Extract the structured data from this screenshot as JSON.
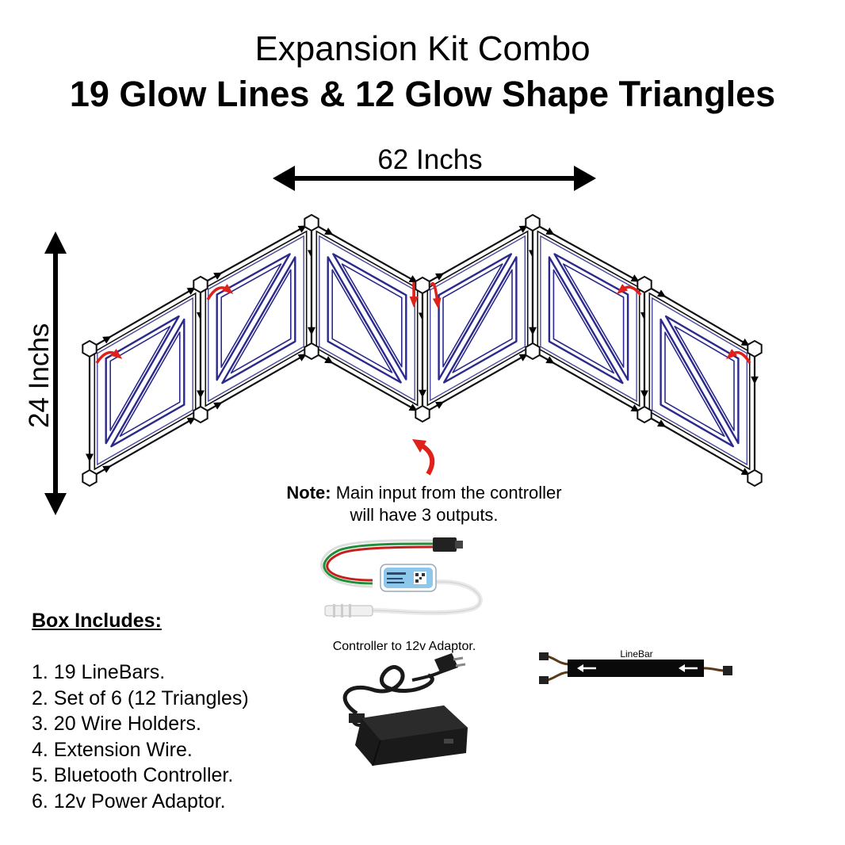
{
  "title": {
    "line1": "Expansion Kit Combo",
    "line2": "19 Glow Lines & 12 Glow Shape Triangles"
  },
  "dimensions": {
    "width_label": "62 Inchs",
    "height_label": "24 Inchs"
  },
  "note": {
    "label": "Note:",
    "text_line1": " Main input from the controller",
    "text_line2": "will have 3 outputs."
  },
  "box": {
    "title": "Box Includes:",
    "items": [
      "1. 19 LineBars.",
      "2. Set of 6 (12 Triangles)",
      "3. 20 Wire Holders.",
      "4. Extension Wire.",
      "5. Bluetooth Controller.",
      "6. 12v Power Adaptor."
    ]
  },
  "captions": {
    "controller": "Controller to 12v Adaptor.",
    "linebar": "LineBar"
  },
  "colors": {
    "triangle_outline": "#2b2a8c",
    "arrow_red": "#e0201b",
    "frame": "#111111",
    "controller_blue": "#8ec7ec"
  },
  "icons": [
    "glow-shape-diagram",
    "bluetooth-controller-icon",
    "power-adaptor-icon",
    "linebar-icon"
  ]
}
